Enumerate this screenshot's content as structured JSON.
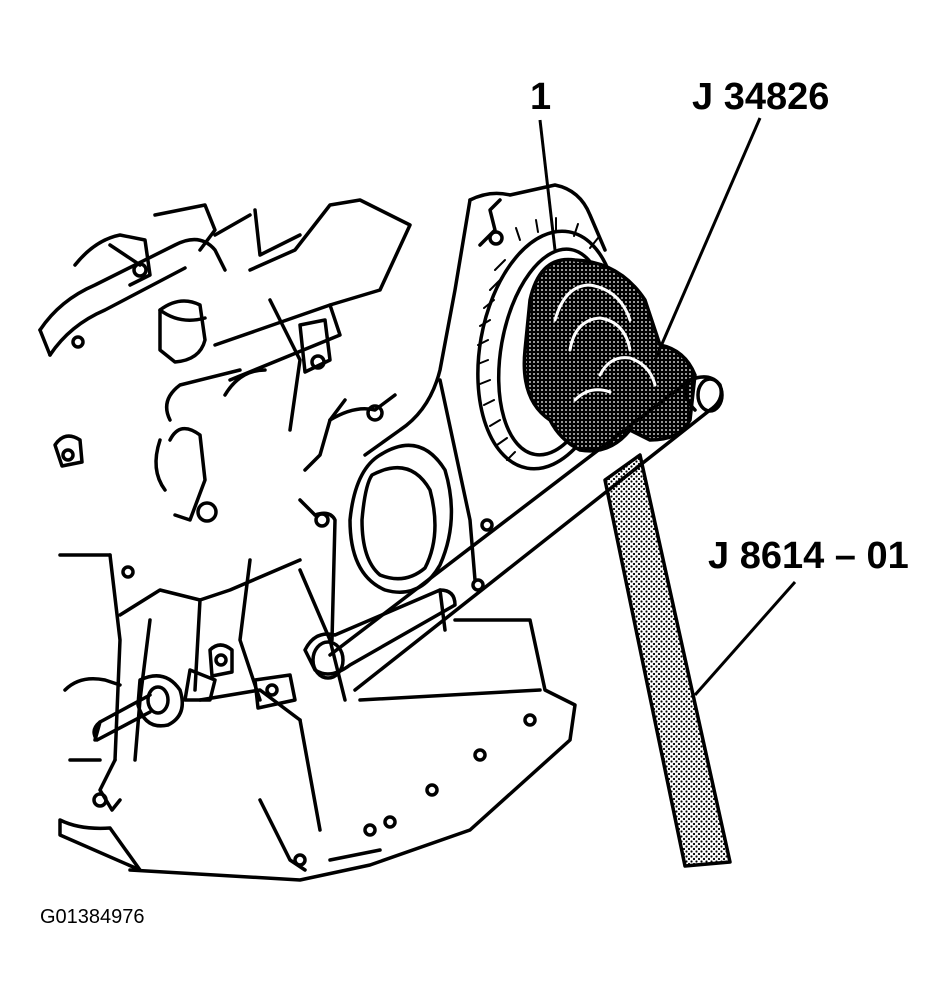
{
  "callouts": {
    "part_1": "1",
    "tool_a": "J 34826",
    "tool_b": "J 8614 – 01"
  },
  "figure_id": "G01384976",
  "colors": {
    "ink": "#000000",
    "paper": "#ffffff"
  }
}
